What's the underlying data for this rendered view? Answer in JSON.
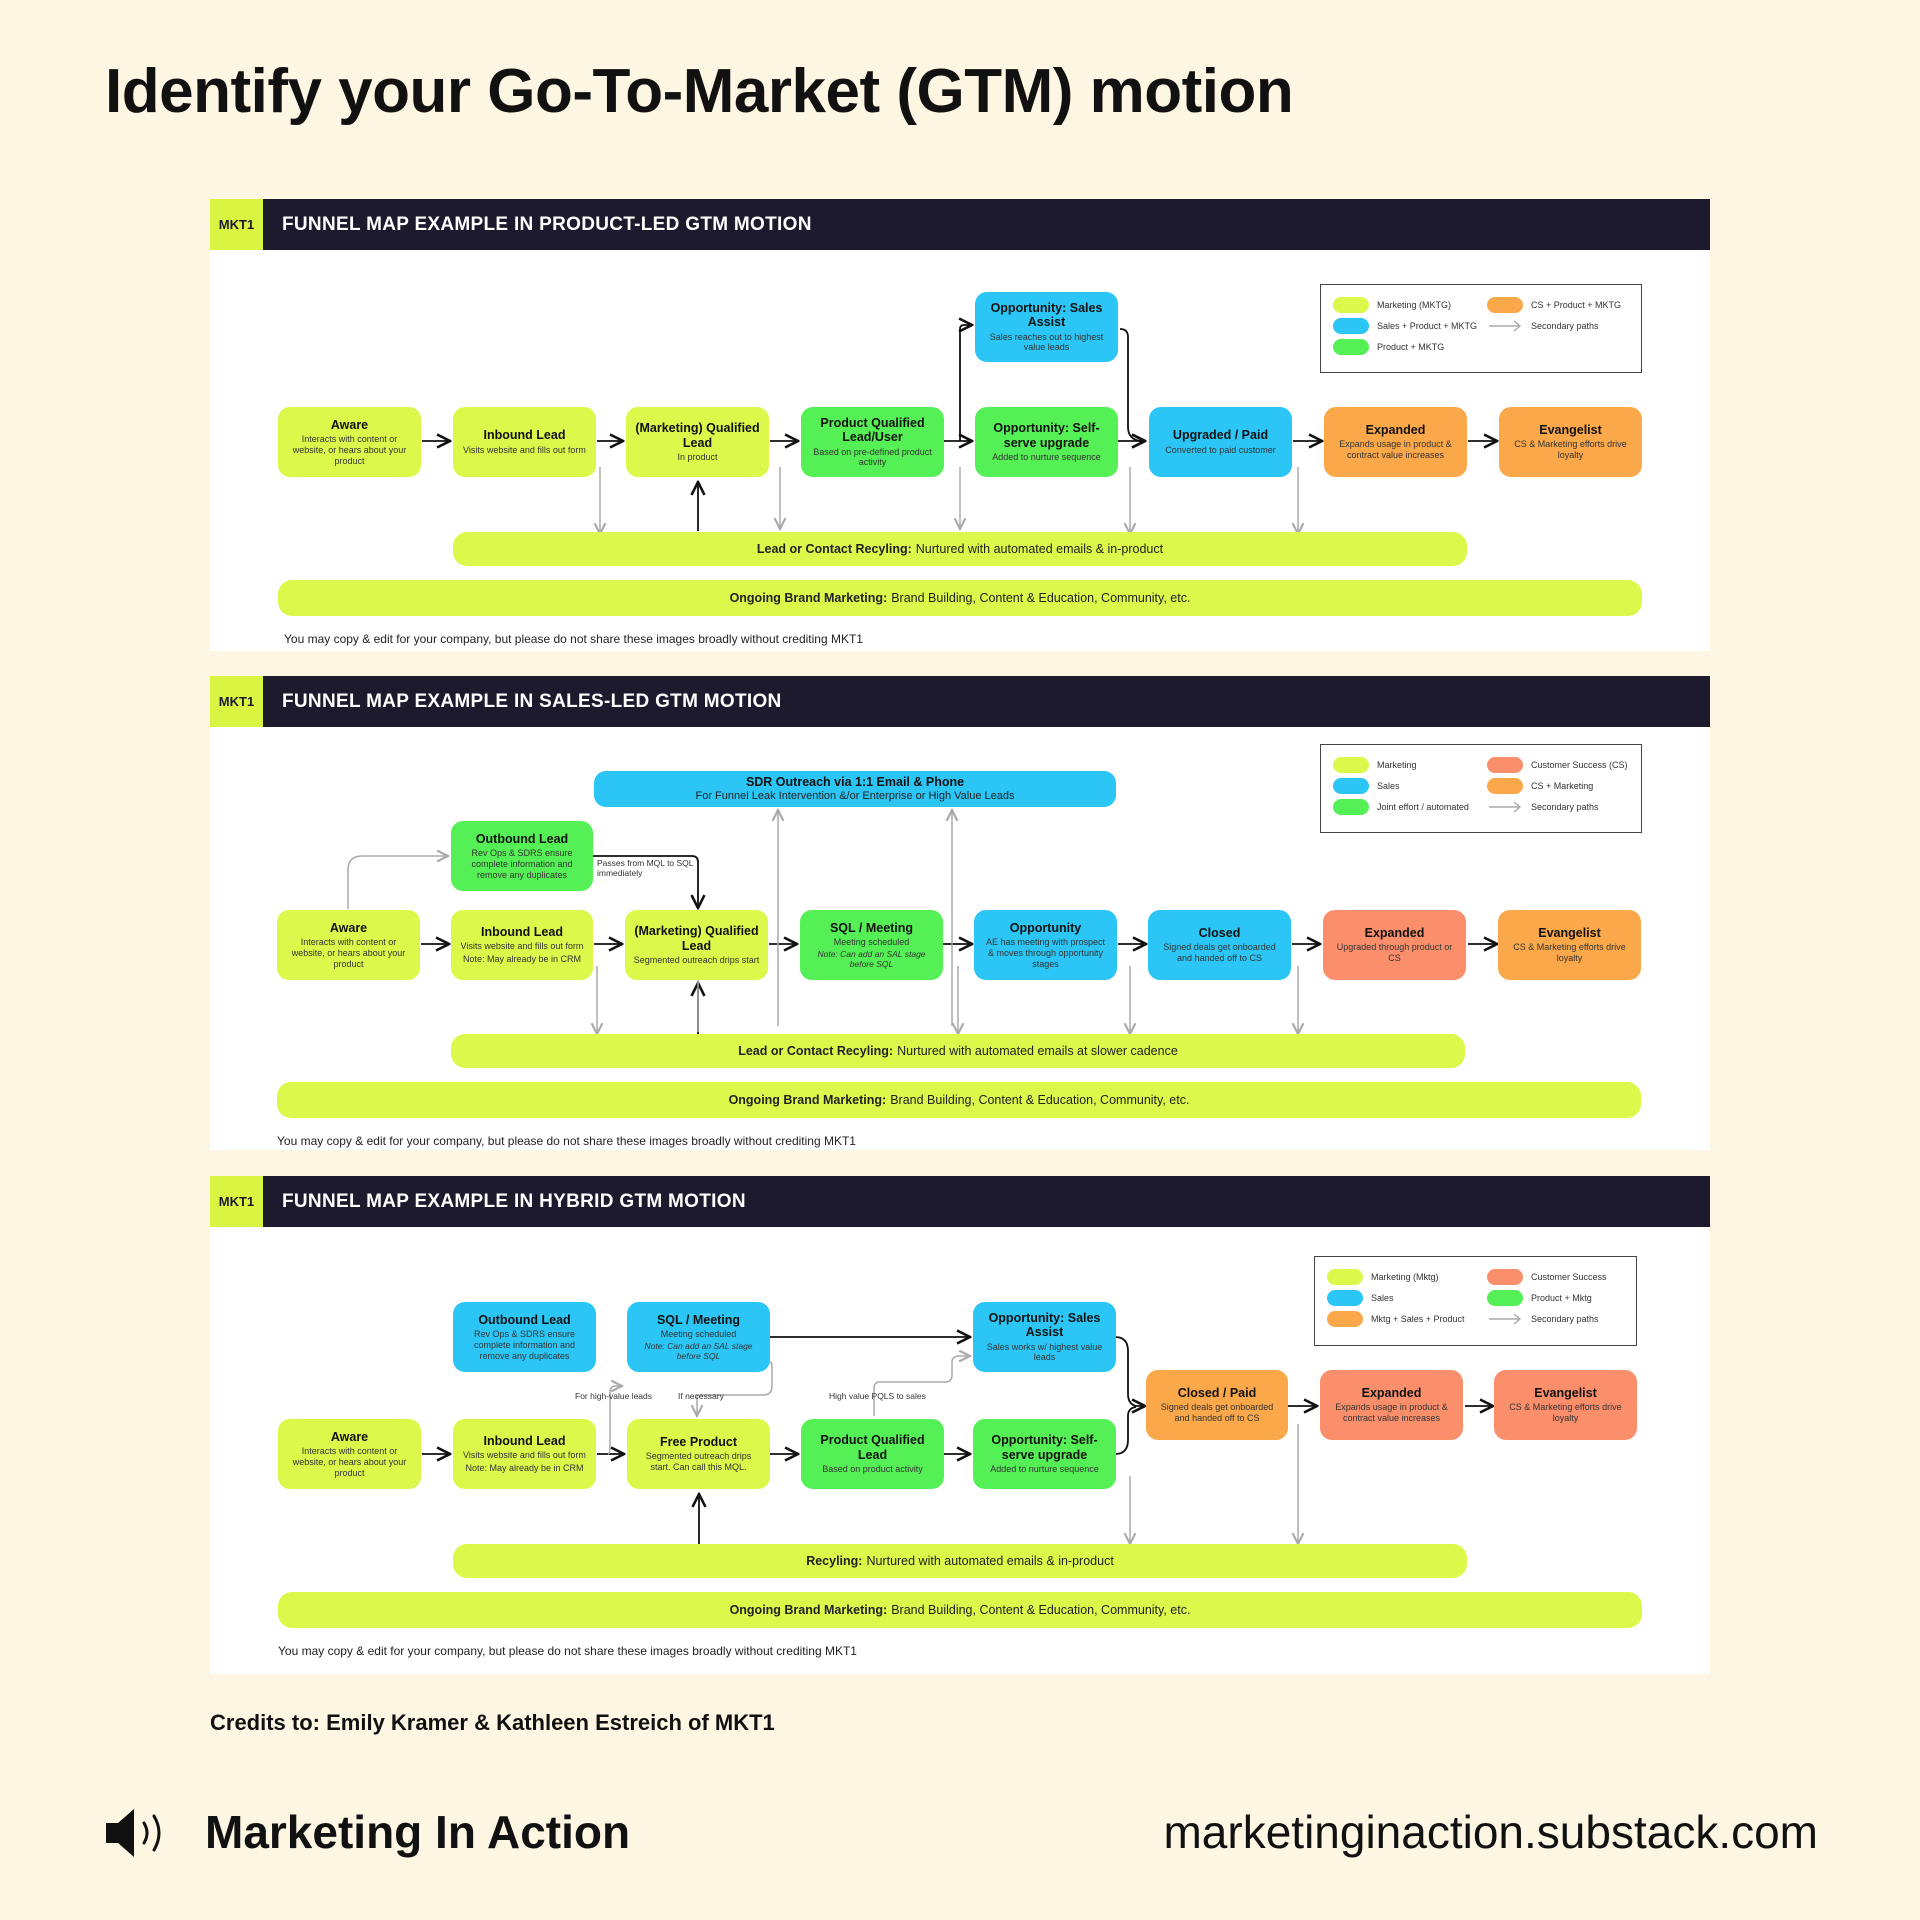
{
  "page_title": "Identify your Go-To-Market (GTM) motion",
  "credits": "Credits to: Emily Kramer & Kathleen Estreich of MKT1",
  "footer": {
    "brand": "Marketing In Action",
    "url": "marketinginaction.substack.com",
    "icon": "speaker-icon"
  },
  "colors": {
    "marketing": "#dcf84a",
    "blue": "#2bc6f5",
    "green": "#55f055",
    "orange": "#fba84a",
    "salmon": "#fb8f6c",
    "header": "#1d1a2e",
    "background": "#fcf6e3"
  },
  "panels": {
    "plg": {
      "tag": "MKT1",
      "title": "FUNNEL MAP EXAMPLE IN PRODUCT-LED GTM MOTION",
      "legend": {
        "marketing": "Marketing (MKTG)",
        "sales": "Sales  + Product  + MKTG",
        "product": "Product + MKTG",
        "cs": "CS + Product + MKTG",
        "secondary": "Secondary paths"
      },
      "nodes": {
        "aware": {
          "title": "Aware",
          "desc": "Interacts with content or website, or hears about your product"
        },
        "inbound": {
          "title": "Inbound Lead",
          "desc": "Visits website and fills out form"
        },
        "mql": {
          "title": "(Marketing) Qualified Lead",
          "desc": "In product"
        },
        "pql": {
          "title": "Product Qualified Lead/User",
          "desc": "Based on pre-defined product activity"
        },
        "opp_assist": {
          "title": "Opportunity: Sales Assist",
          "desc": "Sales reaches out to highest value leads"
        },
        "opp_self": {
          "title": "Opportunity: Self-serve upgrade",
          "desc": "Added to nurture sequence"
        },
        "upgraded": {
          "title": "Upgraded / Paid",
          "desc": "Converted to paid customer"
        },
        "expanded": {
          "title": "Expanded",
          "desc": "Expands usage in product & contract value increases"
        },
        "evangelist": {
          "title": "Evangelist",
          "desc": "CS & Marketing efforts drive loyalty"
        }
      },
      "recycling": {
        "label": "Lead or Contact Recyling:",
        "text": "Nurtured with automated emails & in-product"
      },
      "brand": {
        "label": "Ongoing Brand Marketing:",
        "text": "Brand Building, Content & Education, Community, etc."
      },
      "note": "You may copy & edit for your company, but please do not share these images broadly without crediting MKT1"
    },
    "slg": {
      "tag": "MKT1",
      "title": "FUNNEL MAP EXAMPLE IN SALES-LED GTM MOTION",
      "legend": {
        "marketing": "Marketing",
        "sales": "Sales",
        "joint": "Joint effort / automated",
        "cs": "Customer Success (CS)",
        "cs_mktg": "CS + Marketing",
        "secondary": "Secondary paths"
      },
      "sdr": {
        "title": "SDR Outreach via 1:1 Email & Phone",
        "desc": "For Funnel Leak Intervention &/or Enterprise or High Value Leads"
      },
      "nodes": {
        "outbound": {
          "title": "Outbound Lead",
          "desc": "Rev Ops & SDRS ensure complete information and remove any duplicates"
        },
        "aware": {
          "title": "Aware",
          "desc": "Interacts with content or website, or hears about your product"
        },
        "inbound": {
          "title": "Inbound Lead",
          "desc": "Visits website and fills out form",
          "note": "Note: May already be in CRM"
        },
        "mql": {
          "title": "(Marketing) Qualified Lead",
          "desc": "Segmented outreach drips start"
        },
        "sql": {
          "title": "SQL /  Meeting",
          "desc": "Meeting scheduled",
          "note": "Note: Can add an SAL stage before SQL"
        },
        "opportunity": {
          "title": "Opportunity",
          "desc": "AE has meeting with prospect & moves through opportunity stages"
        },
        "closed": {
          "title": "Closed",
          "desc": "Signed deals get onboarded and handed off to CS"
        },
        "expanded": {
          "title": "Expanded",
          "desc": "Upgraded through product or CS"
        },
        "evangelist": {
          "title": "Evangelist",
          "desc": "CS & Marketing efforts drive loyalty"
        }
      },
      "passes_label": "Passes from MQL to SQL immediately",
      "recycling": {
        "label": "Lead or Contact Recyling:",
        "text": "Nurtured with automated emails at slower cadence"
      },
      "brand": {
        "label": "Ongoing Brand Marketing:",
        "text": "Brand Building, Content & Education, Community, etc."
      },
      "note": "You may copy & edit for your company, but please do not share these images broadly without crediting MKT1"
    },
    "hybrid": {
      "tag": "MKT1",
      "title": "FUNNEL MAP EXAMPLE IN HYBRID GTM MOTION",
      "legend": {
        "marketing": "Marketing (Mktg)",
        "sales": "Sales",
        "mixed": "Mktg + Sales + Product",
        "cs": "Customer Success",
        "product": "Product + Mktg",
        "secondary": "Secondary paths"
      },
      "nodes": {
        "outbound": {
          "title": "Outbound Lead",
          "desc": "Rev Ops & SDRS ensure complete information and remove any duplicates"
        },
        "sql": {
          "title": "SQL /  Meeting",
          "desc": "Meeting scheduled",
          "note": "Note: Can add an SAL stage before SQL"
        },
        "opp_assist": {
          "title": "Opportunity: Sales Assist",
          "desc": "Sales works w/ highest value leads"
        },
        "aware": {
          "title": "Aware",
          "desc": "Interacts with content or website, or hears about your product"
        },
        "inbound": {
          "title": "Inbound Lead",
          "desc": "Visits website and fills out form",
          "note": "Note: May already be in CRM"
        },
        "free": {
          "title": "Free Product",
          "desc": "Segmented outreach drips start. Can call this MQL."
        },
        "pql": {
          "title": "Product Qualified Lead",
          "desc": "Based on product activity"
        },
        "opp_self": {
          "title": "Opportunity: Self-serve upgrade",
          "desc": "Added to nurture sequence"
        },
        "closed": {
          "title": "Closed / Paid",
          "desc": "Signed deals get onboarded and handed off to CS"
        },
        "expanded": {
          "title": "Expanded",
          "desc": "Expands usage in product & contract value increases"
        },
        "evangelist": {
          "title": "Evangelist",
          "desc": "CS & Marketing efforts drive loyalty"
        }
      },
      "labels": {
        "high_value": "For high-value leads",
        "if_necessary": "If necessary",
        "high_value_pqls": "High value PQLS to sales"
      },
      "recycling": {
        "label": "Recyling:",
        "text": "Nurtured with automated emails & in-product"
      },
      "brand": {
        "label": "Ongoing Brand Marketing:",
        "text": "Brand Building, Content & Education, Community, etc."
      },
      "note": "You may copy & edit for your company, but please do not share these images broadly without crediting MKT1"
    }
  }
}
